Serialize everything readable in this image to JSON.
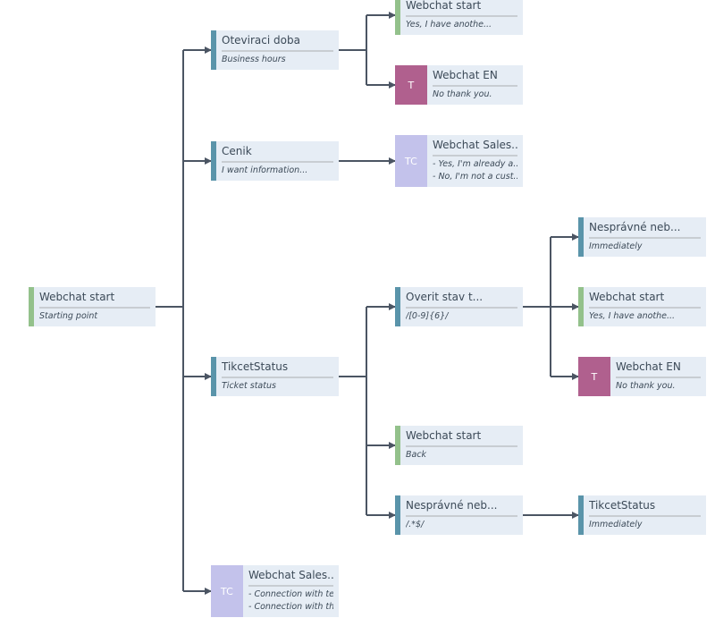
{
  "colors": {
    "connector": "#4b5563",
    "green": "#93c18b",
    "teal": "#5a94aa",
    "magenta": "#b0608e",
    "lavender": "#c3c2eb",
    "node_bg": "#e6edf5"
  },
  "nodes": {
    "root": {
      "title": "Webchat start",
      "sub": "Starting point"
    },
    "oteviraci": {
      "title": "Oteviraci doba",
      "sub": "Business hours"
    },
    "webchat_start_1": {
      "title": "Webchat start",
      "sub": "Yes, I have anothe..."
    },
    "webchat_en_1": {
      "badge": "T",
      "title": "Webchat EN",
      "sub": "No thank you."
    },
    "cenik": {
      "title": "Cenik",
      "sub": "I want information..."
    },
    "webchat_sales_1": {
      "badge": "TC",
      "title": "Webchat Sales...",
      "sub1": "- Yes, I'm already a...",
      "sub2": "- No, I'm not a cust..."
    },
    "tikcet_status_1": {
      "title": "TikcetStatus",
      "sub": "Ticket status"
    },
    "overit": {
      "title": "Overit stav t...",
      "sub": "/[0-9]{6}/"
    },
    "nespravne_1": {
      "title": "Nesprávné neb...",
      "sub": "Immediately"
    },
    "webchat_start_2": {
      "title": "Webchat start",
      "sub": "Yes, I have anothe..."
    },
    "webchat_en_2": {
      "badge": "T",
      "title": "Webchat EN",
      "sub": "No thank you."
    },
    "webchat_start_back": {
      "title": "Webchat start",
      "sub": "Back"
    },
    "nespravne_2": {
      "title": "Nesprávné neb...",
      "sub": "/.*$/"
    },
    "tikcet_status_2": {
      "title": "TikcetStatus",
      "sub": "Immediately"
    },
    "webchat_sales_2": {
      "badge": "TC",
      "title": "Webchat Sales...",
      "sub1": "- Connection with te...",
      "sub2": "- Connection with th..."
    }
  }
}
